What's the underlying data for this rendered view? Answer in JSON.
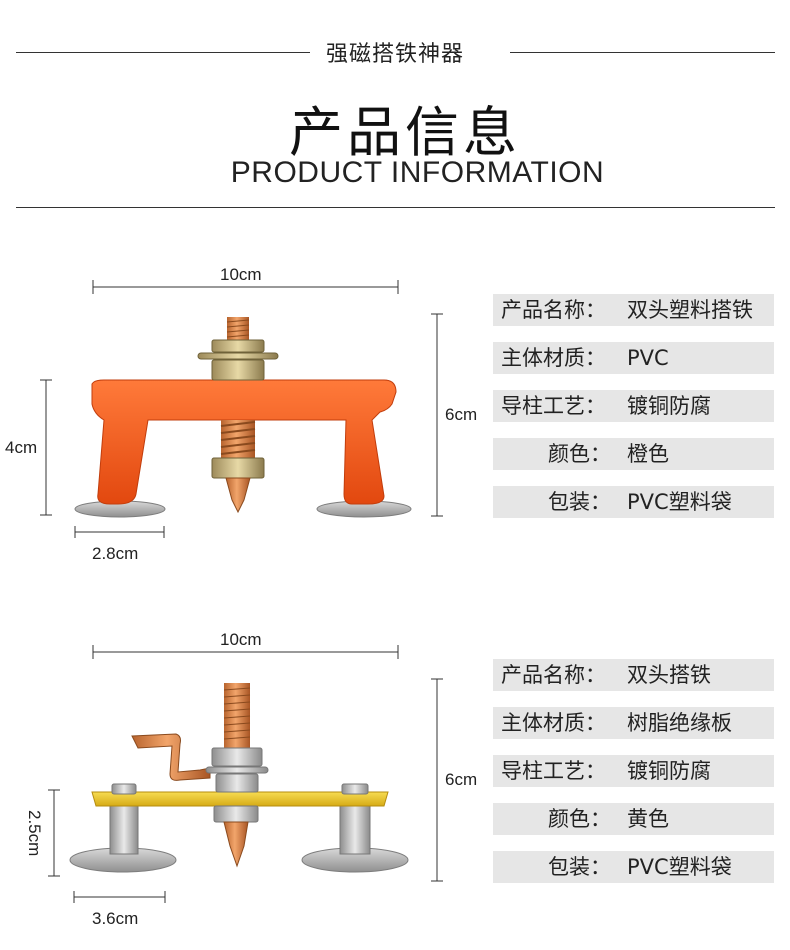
{
  "header": {
    "subtitle": "强磁搭铁神器",
    "title_cn": "产品信息",
    "title_en": "PRODUCT INFORMATION"
  },
  "product1": {
    "dims": {
      "width": "10cm",
      "height_left": "4cm",
      "height_right": "6cm",
      "base": "2.8cm"
    },
    "color_body": "#f25a1c",
    "specs": [
      {
        "label": "产品名称：",
        "value": "双头塑料搭铁"
      },
      {
        "label": "主体材质：",
        "value": "PVC"
      },
      {
        "label": "导柱工艺：",
        "value": "镀铜防腐"
      },
      {
        "label": "颜色：",
        "value": "橙色"
      },
      {
        "label": "包装：",
        "value": "PVC塑料袋"
      }
    ]
  },
  "product2": {
    "dims": {
      "width": "10cm",
      "height_left": "2.5cm",
      "height_right": "6cm",
      "base": "3.6cm"
    },
    "color_body": "#e8c22a",
    "specs": [
      {
        "label": "产品名称：",
        "value": "双头搭铁"
      },
      {
        "label": "主体材质：",
        "value": "树脂绝缘板"
      },
      {
        "label": "导柱工艺：",
        "value": "镀铜防腐"
      },
      {
        "label": "颜色：",
        "value": "黄色"
      },
      {
        "label": "包装：",
        "value": "PVC塑料袋"
      }
    ]
  }
}
